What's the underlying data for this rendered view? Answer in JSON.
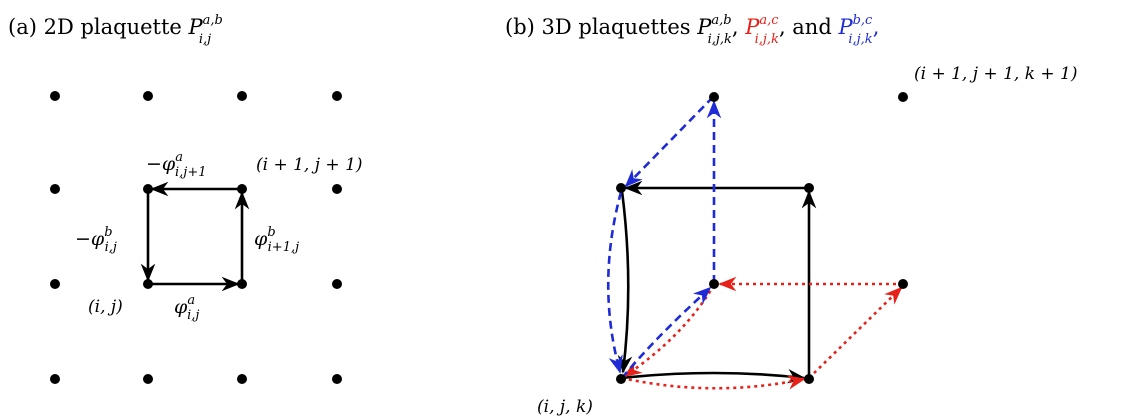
{
  "panel_a": {
    "caption_prefix": "(a) 2D plaquette ",
    "caption_symbol": "P",
    "caption_sup": "a,b",
    "caption_sub": "i,j",
    "edge_bottom": {
      "sign": "",
      "symbol": "φ",
      "sup": "a",
      "sub": "i,j"
    },
    "edge_right": {
      "sign": "",
      "symbol": "φ",
      "sup": "b",
      "sub": "i+1,j"
    },
    "edge_top": {
      "sign": "−",
      "symbol": "φ",
      "sup": "a",
      "sub": "i,j+1"
    },
    "edge_left": {
      "sign": "−",
      "symbol": "φ",
      "sup": "b",
      "sub": "i,j"
    },
    "corner_origin": "(i, j)",
    "corner_opposite": "(i + 1, j + 1)"
  },
  "panel_b": {
    "caption_prefix": "(b) 3D plaquettes ",
    "p1": {
      "symbol": "P",
      "sup": "a,b",
      "sub": "i,j,k"
    },
    "sep1": ", ",
    "p2": {
      "symbol": "P",
      "sup": "a,c",
      "sub": "i,j,k"
    },
    "sep2": ", and ",
    "p3": {
      "symbol": "P",
      "sup": "b,c",
      "sub": "i,j,k"
    },
    "sep3": ",",
    "corner_origin": "(i, j, k)",
    "corner_opposite": "(i + 1, j + 1, k + 1)"
  },
  "colors": {
    "black": "#000000",
    "red_plaquette": "#e8201a",
    "blue_plaquette": "#1f2bd6"
  }
}
